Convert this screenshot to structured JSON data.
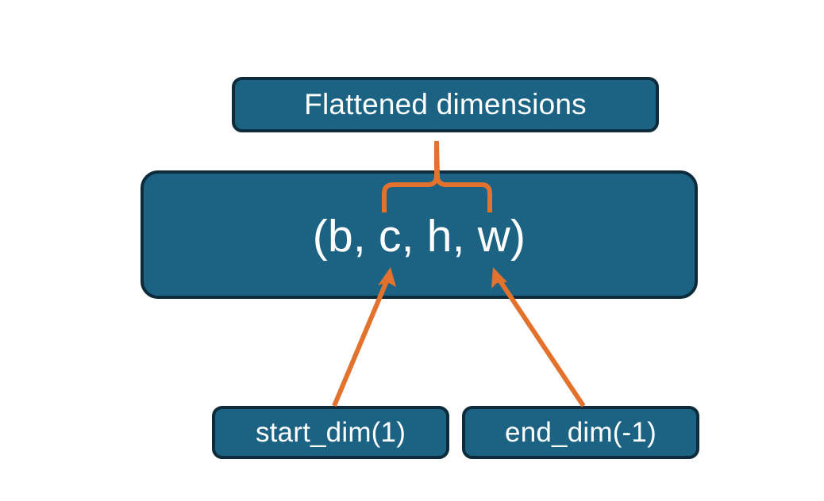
{
  "diagram": {
    "title_node": {
      "label": "Flattened dimensions",
      "name": "flattened-dimensions-box"
    },
    "shape_node": {
      "label": "(b, c, h, w)",
      "name": "tensor-shape-box",
      "dims": [
        "b",
        "c",
        "h",
        "w"
      ]
    },
    "start_node": {
      "label": "start_dim(1)",
      "name": "start-dim-box",
      "value": 1
    },
    "end_node": {
      "label": "end_dim(-1)",
      "name": "end-dim-box",
      "value": -1
    },
    "annotations": {
      "brace": {
        "name": "flattened-range-brace",
        "points_to": "Flattened dimensions",
        "covers": [
          "c",
          "h",
          "w"
        ]
      },
      "arrow_start": {
        "name": "start-dim-arrow",
        "from": "start_dim(1)",
        "to": "c"
      },
      "arrow_end": {
        "name": "end-dim-arrow",
        "from": "end_dim(-1)",
        "to": "w"
      }
    },
    "colors": {
      "node_fill": "#1C6383",
      "node_border": "#0D2B3B",
      "node_text": "#FFFFFF",
      "annotation": "#E2722E",
      "background": "#FFFFFF"
    }
  }
}
